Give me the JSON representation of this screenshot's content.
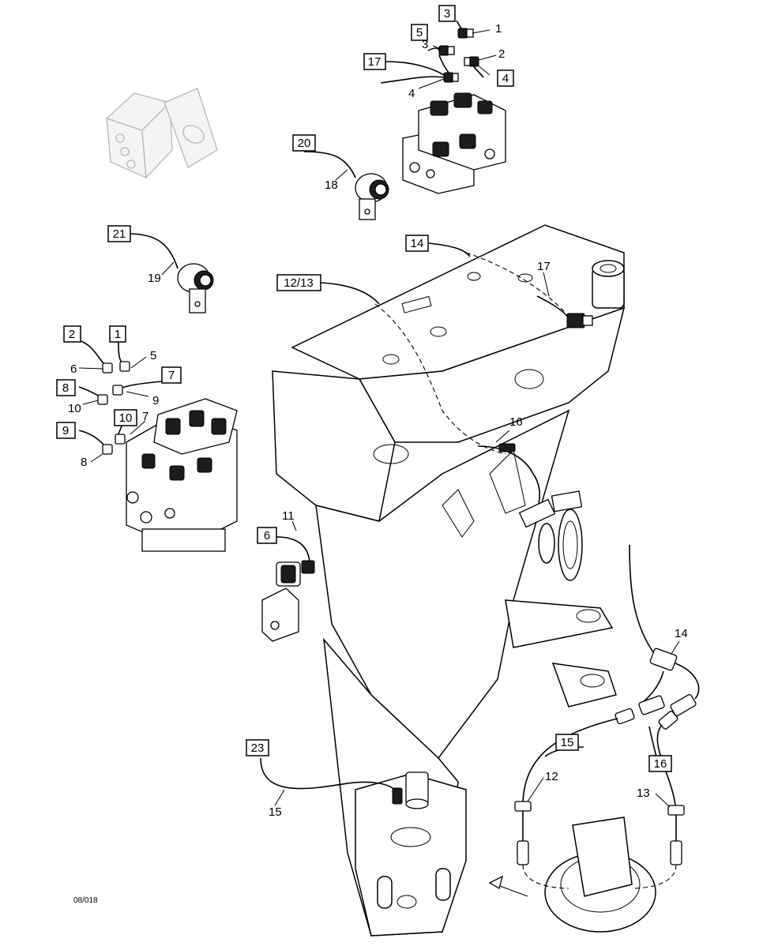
{
  "boxed_callouts": {
    "c3_top": "3",
    "c5": "5",
    "c17_top": "17",
    "c4_box": "4",
    "c20": "20",
    "c21": "21",
    "c14_box_top": "14",
    "c12_13": "12/13",
    "c2": "2",
    "c1": "1",
    "c7": "7",
    "c8": "8",
    "c10": "10",
    "c9": "9",
    "c6_box": "6",
    "c23": "23",
    "c15_box": "15",
    "c16_box": "16"
  },
  "plain_numbers": {
    "n1": "1",
    "n3": "3",
    "n2": "2",
    "n4": "4",
    "n18": "18",
    "n19": "19",
    "n17": "17",
    "n5": "5",
    "n6": "6",
    "n9": "9",
    "n10": "10",
    "n7": "7",
    "n8": "8",
    "n16": "16",
    "n11": "11",
    "n14": "14",
    "n12": "12",
    "n13": "13",
    "n15": "15"
  },
  "reference_code": "08/018"
}
